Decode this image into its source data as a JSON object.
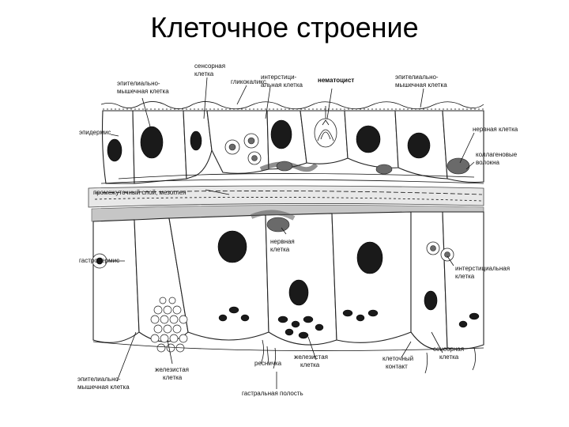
{
  "title": "Клеточное строение",
  "labels": {
    "epithelial_muscle_top_left": [
      "эпителиально-",
      "мышечная клетка"
    ],
    "sensory_top": [
      "сенсорная",
      "клетка"
    ],
    "glycocalyx": "гликокаликс",
    "interstitial_top": [
      "интерстици-",
      "альная клетка"
    ],
    "nematocyst": "нематоцист",
    "epithelial_muscle_top_right": [
      "эпителиально-",
      "мышечная клетка"
    ],
    "epidermis": "эпидермис",
    "nerve_cell_right": "нервная клетка",
    "collagen": [
      "коллагеновые",
      "волокна"
    ],
    "mesoglea": "промежуточный слой, мезоглея",
    "nerve_cell_middle": [
      "нервная",
      "клетка"
    ],
    "gastrodermis": "гастродермис",
    "interstitial_right": [
      "интерстициальная",
      "клетка"
    ],
    "epithelial_muscle_bottom": [
      "эпителиально-",
      "мышечная клетка"
    ],
    "glandular_left": [
      "железистая",
      "клетка"
    ],
    "cilium": "ресничка",
    "glandular_middle": [
      "железистая",
      "клетка"
    ],
    "cell_contact": [
      "клеточный",
      "контакт"
    ],
    "sensory_bottom": [
      "сенсорная",
      "клетка"
    ],
    "gastral_cavity": "гастральная полость"
  }
}
